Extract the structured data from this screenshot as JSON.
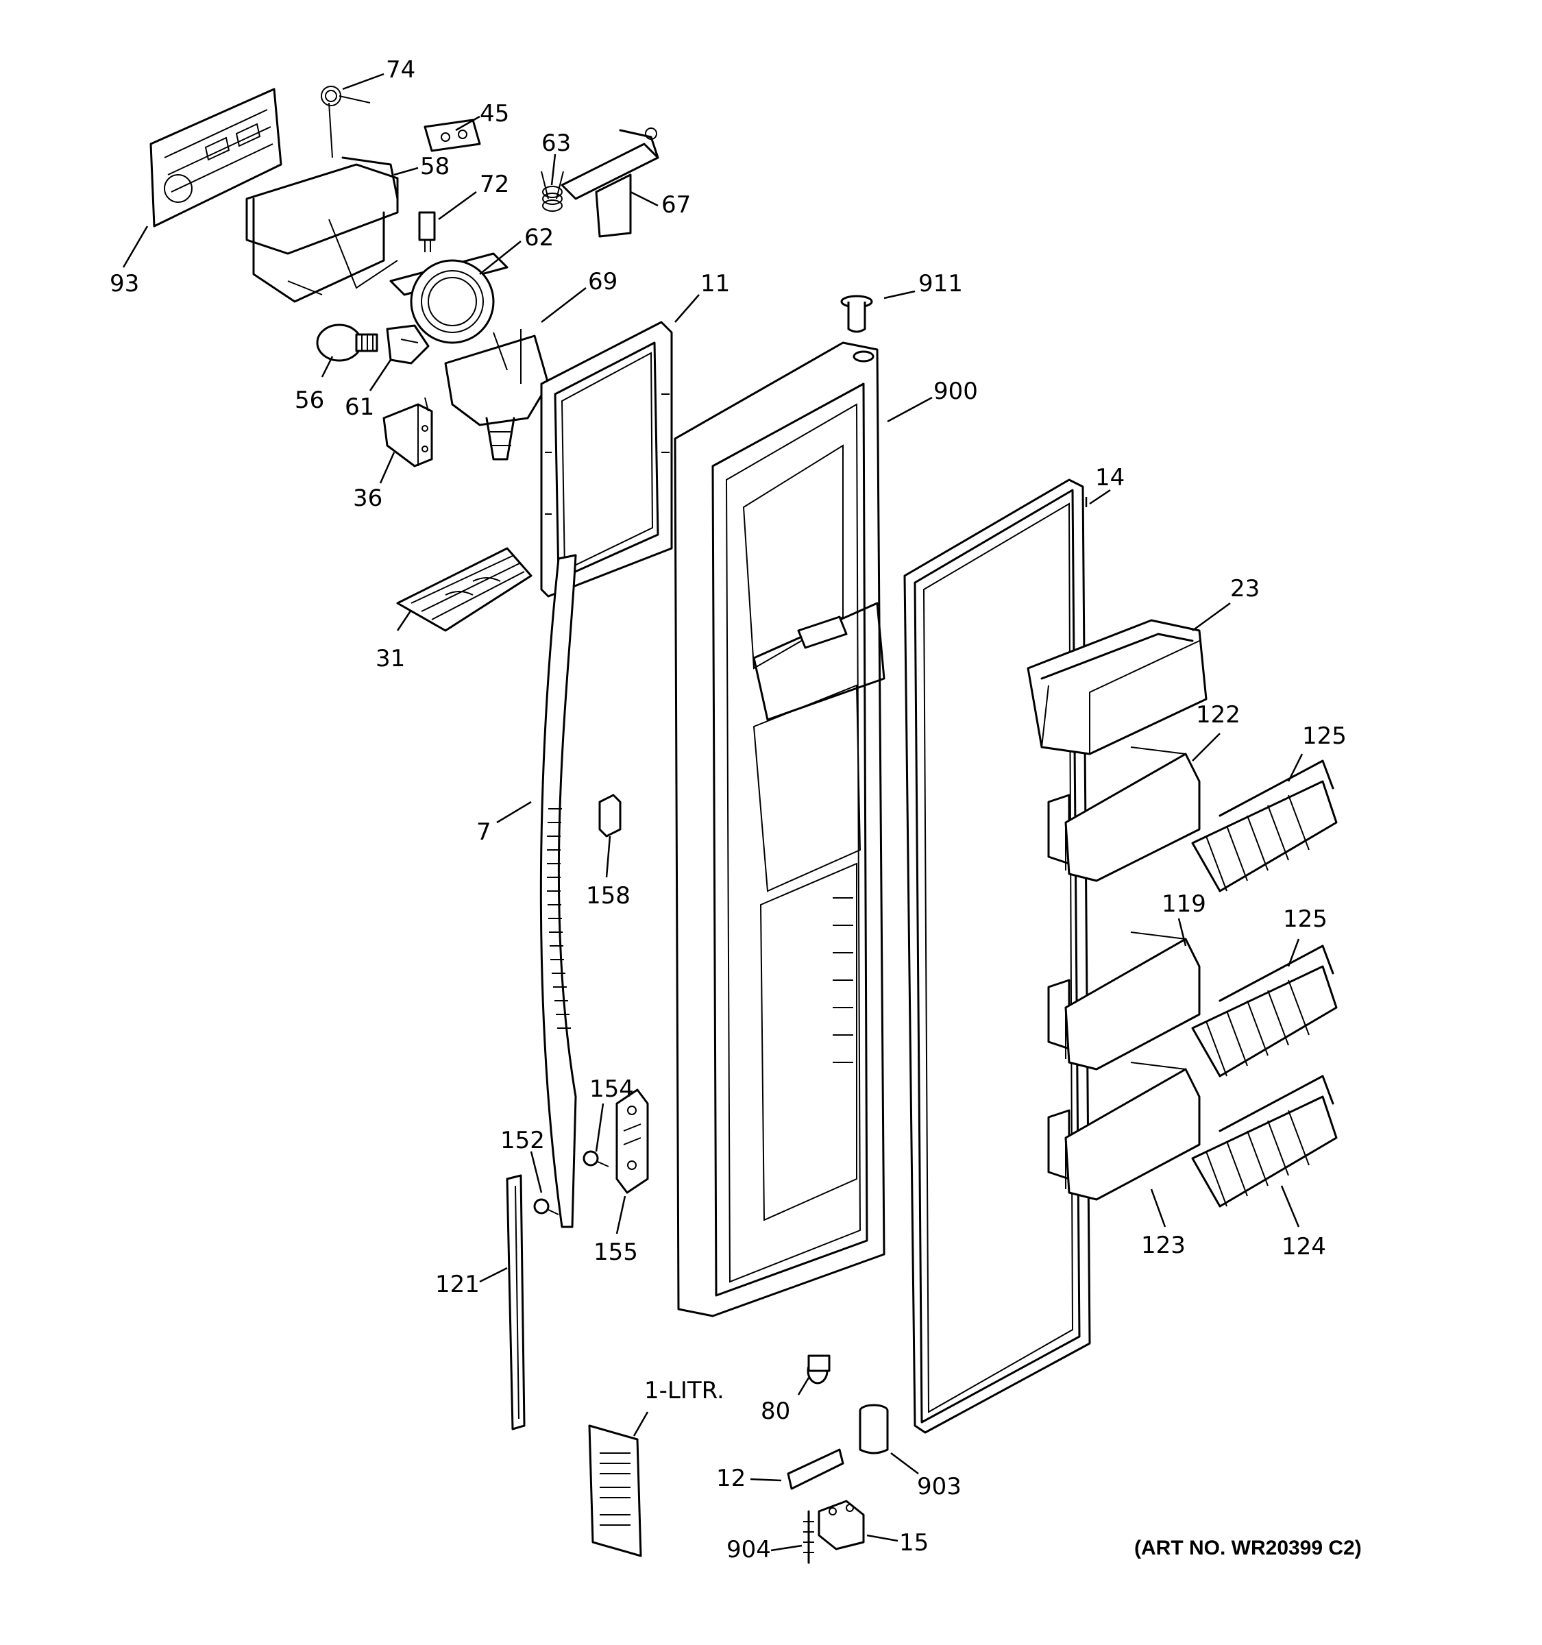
{
  "diagram": {
    "art_number": "(ART NO. WR20399 C2)",
    "callouts": {
      "c74": "74",
      "c45": "45",
      "c58": "58",
      "c63": "63",
      "c72": "72",
      "c67": "67",
      "c93": "93",
      "c62": "62",
      "c69": "69",
      "c11": "11",
      "c911": "911",
      "c56": "56",
      "c61": "61",
      "c900": "900",
      "c36": "36",
      "c14": "14",
      "c23": "23",
      "c31": "31",
      "c122": "122",
      "c125a": "125",
      "c7": "7",
      "c158": "158",
      "c119": "119",
      "c125b": "125",
      "c154": "154",
      "c152": "152",
      "c155": "155",
      "c123": "123",
      "c124": "124",
      "c121": "121",
      "c1litr": "1-LITR.",
      "c80": "80",
      "c903": "903",
      "c12": "12",
      "c15": "15",
      "c904": "904"
    }
  }
}
